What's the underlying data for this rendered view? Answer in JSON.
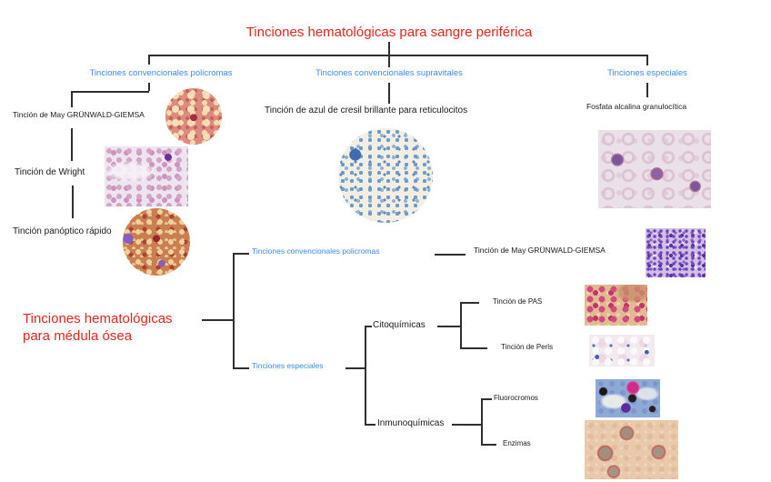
{
  "colors": {
    "title_red": "#e6251c",
    "branch_blue": "#3e8be4",
    "text_black": "#1a1a1a",
    "line": "#2f2f2f"
  },
  "peripheral": {
    "title": "Tinciones hematológicas para sangre periférica",
    "policromas": {
      "label": "Tinciones convencionales policromas",
      "items": [
        {
          "label": "Tinción de May GRÜNWALD-GIEMSA",
          "image": "may-grunwald-giemsa-micrograph"
        },
        {
          "label": "Tinción de Wright",
          "image": "wright-micrograph"
        },
        {
          "label": "Tinción panóptico rápido",
          "image": "panoptico-rapido-micrograph"
        }
      ]
    },
    "supravitales": {
      "label": "Tinciones convencionales supravitales",
      "items": [
        {
          "label": "Tinción de azul de cresil brillante para reticulocitos",
          "image": "cresil-brillante-reticulocitos-micrograph"
        }
      ]
    },
    "especiales": {
      "label": "Tinciones especiales",
      "items": [
        {
          "label": "Fosfata alcalina granulocítica",
          "image": "fosfatasa-alcalina-micrograph"
        }
      ]
    }
  },
  "marrow": {
    "title_line1": "Tinciones hematológicas",
    "title_line2": "para médula ósea",
    "policromas": {
      "label": "Tinciones convencionales policromas",
      "items": [
        {
          "label": "Tinción de May GRÜNWALD-GIEMSA",
          "image": "may-grunwald-medula-micrograph"
        }
      ]
    },
    "especiales": {
      "label": "Tinciones especiales",
      "citoquimicas": {
        "label": "Citoquímicas",
        "items": [
          {
            "label": "Tinción de PAS",
            "image": "pas-micrograph"
          },
          {
            "label": "Tinción de Perls",
            "image": "perls-micrograph"
          }
        ]
      },
      "inmunoquimicas": {
        "label": "Inmunoquímicas",
        "items": [
          {
            "label": "Fluorocromos",
            "image": "fluorocromos-micrograph"
          },
          {
            "label": "Enzimas",
            "image": "enzimas-micrograph"
          }
        ]
      }
    }
  }
}
